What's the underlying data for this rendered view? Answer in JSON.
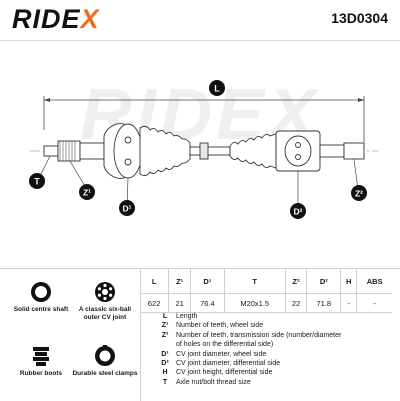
{
  "header": {
    "brand_name": "RIDEX",
    "part_number": "13D0304"
  },
  "diagram": {
    "markers": {
      "length": "L",
      "thread": "T",
      "z1": "Z¹",
      "d1": "D¹",
      "d2": "D²",
      "z2": "Z²"
    }
  },
  "features": [
    {
      "label": "Solid centre shaft"
    },
    {
      "label": "A classic six-ball outer CV joint"
    },
    {
      "label": "Rubber boots"
    },
    {
      "label": "Durable steel clamps"
    }
  ],
  "spec_table": {
    "headers": [
      "L",
      "Z¹",
      "D¹",
      "T",
      "Z²",
      "D²",
      "H",
      "ABS"
    ],
    "values": [
      "622",
      "21",
      "76.4",
      "M20x1.5",
      "22",
      "71.8",
      "-",
      "-"
    ]
  },
  "legend": [
    {
      "key": "L",
      "text": "Length"
    },
    {
      "key": "Z¹",
      "text": "Number of teeth, wheel side"
    },
    {
      "key": "Z²",
      "text": "Number of teeth, transmission side (number/diameter"
    },
    {
      "key": "",
      "text": "of holes on the differential side)"
    },
    {
      "key": "D¹",
      "text": "CV joint diameter, wheel side"
    },
    {
      "key": "D²",
      "text": "CV joint diameter, differential side"
    },
    {
      "key": "H",
      "text": "CV joint height, differential side"
    },
    {
      "key": "T",
      "text": "Axle nut/bolt thread size"
    }
  ],
  "colors": {
    "accent": "#f26a1b",
    "marker": "#111111",
    "line": "#333333"
  },
  "icons": [
    "shaft-cross-section-icon",
    "six-ball-joint-icon",
    "rubber-boot-icon",
    "steel-clamp-icon"
  ]
}
